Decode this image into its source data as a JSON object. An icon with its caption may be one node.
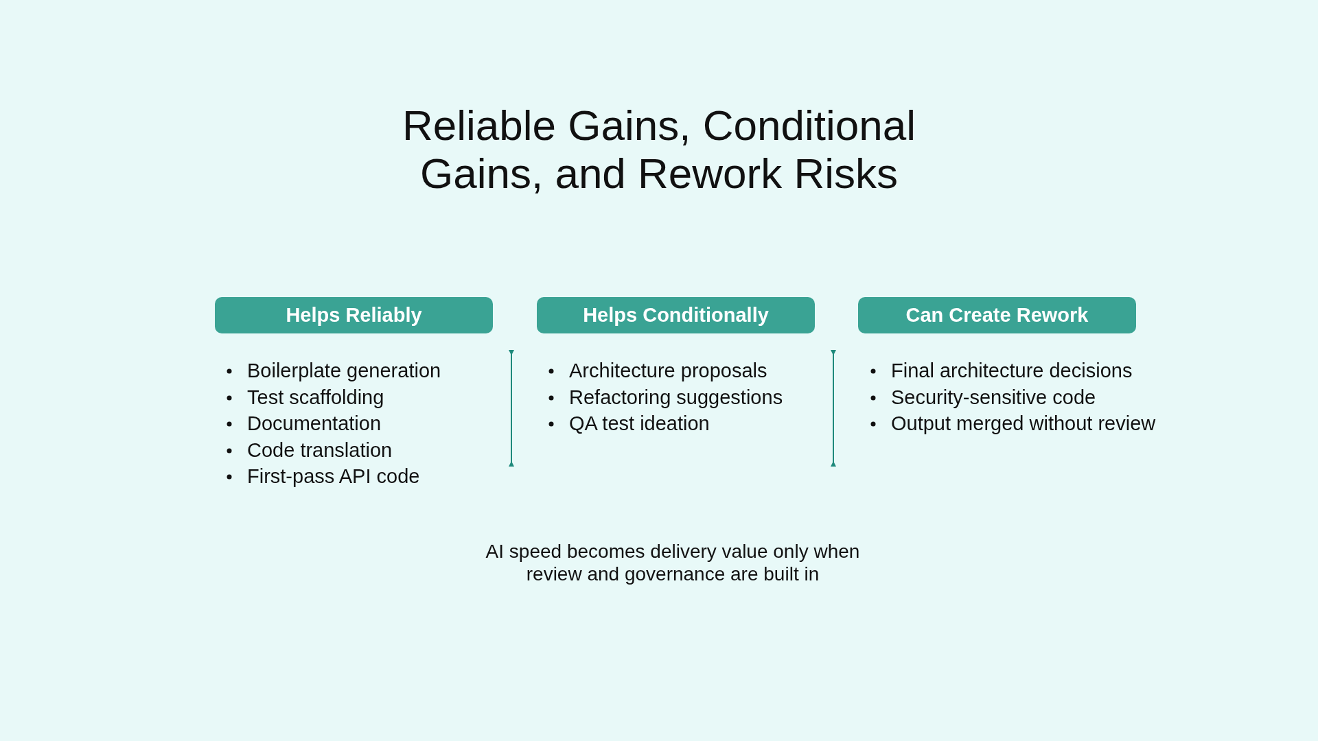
{
  "diagram": {
    "title": "Reliable Gains, Conditional Gains, and Rework Risks",
    "caption": "AI speed becomes delivery value only when review and governance are built in",
    "nodes": [
      {
        "text": [
          "Helps Reliably"
        ]
      },
      {
        "text": [
          "Helps Conditionally"
        ]
      },
      {
        "text": [
          "Can Create Rework"
        ]
      }
    ],
    "edges": [],
    "labels": [
      "Boilerplate generation",
      "Test scaffolding",
      "Documentation",
      "Code translation",
      "First-pass API code",
      "Architecture proposals",
      "Refactoring suggestions",
      "QA test ideation",
      "Final architecture decisions",
      "Security-sensitive code",
      "Output merged without review"
    ]
  }
}
